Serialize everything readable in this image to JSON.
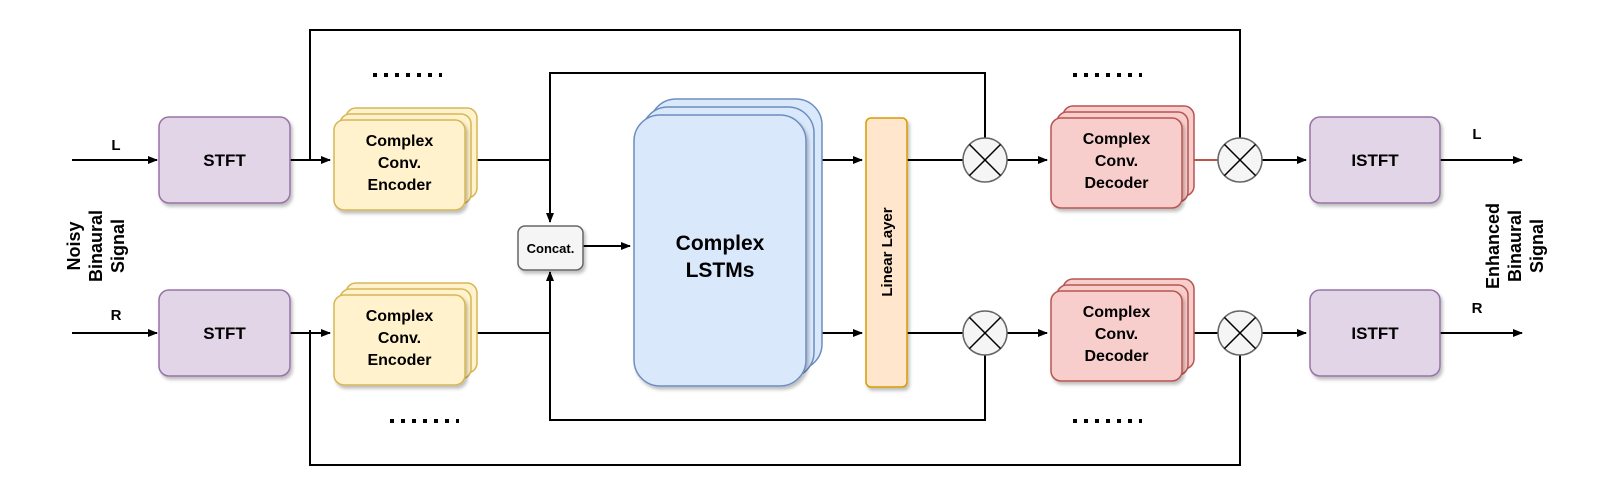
{
  "inputs": {
    "left_label": "L",
    "right_label": "R",
    "caption_lines": [
      "Noisy",
      "Binaural",
      "Signal"
    ]
  },
  "outputs": {
    "left_label": "L",
    "right_label": "R",
    "caption_lines": [
      "Enhanced",
      "Binaural",
      "Signal"
    ]
  },
  "blocks": {
    "stft": "STFT",
    "encoder_lines": [
      "Complex",
      "Conv.",
      "Encoder"
    ],
    "concat": "Concat.",
    "lstm_lines": [
      "Complex",
      "LSTMs"
    ],
    "linear": "Linear Layer",
    "decoder_lines": [
      "Complex",
      "Conv.",
      "Decoder"
    ],
    "istft": "ISTFT"
  },
  "ellipsis": ".....",
  "colors": {
    "stft_fill": "#e1d5e7",
    "stft_stroke": "#9673a6",
    "encoder_fill": "#fff2cc",
    "encoder_stroke": "#d6b656",
    "lstm_fill": "#dae8fc",
    "lstm_stroke": "#6c8ebf",
    "linear_fill": "#ffe6cc",
    "linear_stroke": "#d79b00",
    "decoder_fill": "#f8cecc",
    "decoder_stroke": "#b85450",
    "concat_fill": "#f5f5f5",
    "concat_stroke": "#666666"
  }
}
